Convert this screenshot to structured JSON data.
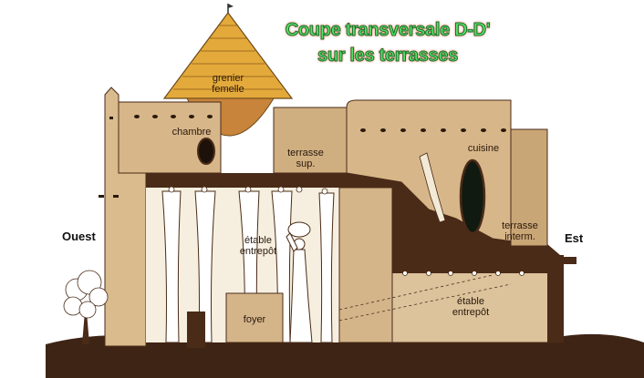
{
  "title": {
    "line1": "Coupe transversale D-D'",
    "line2": "sur les terrasses"
  },
  "orientation": {
    "west": "Ouest",
    "east": "Est"
  },
  "rooms": {
    "granary": [
      "grenier",
      "femelle"
    ],
    "bedroom": "chambre",
    "upper_terrace": [
      "terrasse",
      "sup."
    ],
    "kitchen": "cuisine",
    "stable_left": [
      "étable",
      "entrepôt"
    ],
    "intermediate_terrace": [
      "terrasse",
      "interm."
    ],
    "hearth": "foyer",
    "stable_right": [
      "étable",
      "entrepôt"
    ]
  },
  "colors": {
    "earth": "#4a2b18",
    "wall": "#d4b58a",
    "wall_light": "#ead7b4",
    "thatch": "#e3a93a",
    "title_fill": "#55e36a",
    "title_glow": "#ff8c7a"
  }
}
